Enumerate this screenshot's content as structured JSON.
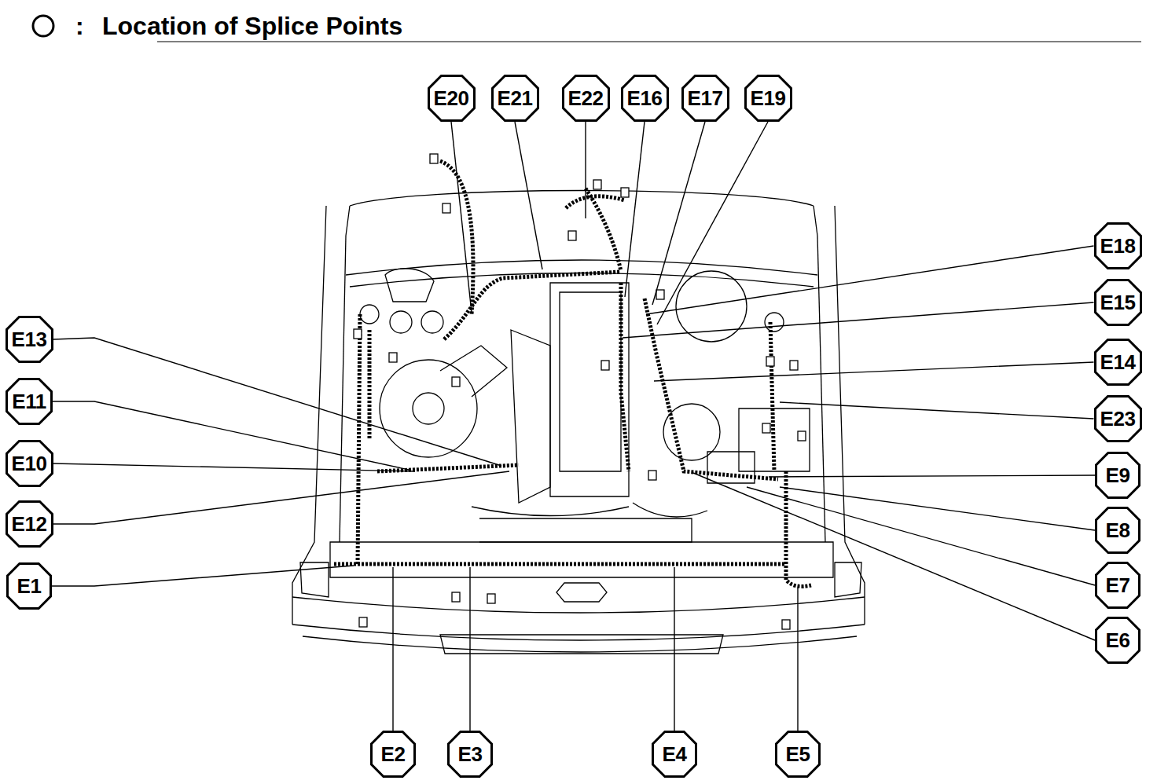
{
  "diagram": {
    "title": "Location of Splice Points",
    "nodes": [
      {
        "text": [
          "E20"
        ]
      },
      {
        "text": [
          "E21"
        ]
      },
      {
        "text": [
          "E22"
        ]
      },
      {
        "text": [
          "E16"
        ]
      },
      {
        "text": [
          "E17"
        ]
      },
      {
        "text": [
          "E19"
        ]
      },
      {
        "text": [
          "E18"
        ]
      },
      {
        "text": [
          "E15"
        ]
      },
      {
        "text": [
          "E13"
        ]
      },
      {
        "text": [
          "E14"
        ]
      },
      {
        "text": [
          "E11"
        ]
      },
      {
        "text": [
          "E23"
        ]
      },
      {
        "text": [
          "E10"
        ]
      },
      {
        "text": [
          "E9"
        ]
      },
      {
        "text": [
          "E12"
        ]
      },
      {
        "text": [
          "E8"
        ]
      },
      {
        "text": [
          "E1"
        ]
      },
      {
        "text": [
          "E7"
        ]
      },
      {
        "text": [
          "E6"
        ]
      },
      {
        "text": [
          "E2"
        ]
      },
      {
        "text": [
          "E3"
        ]
      },
      {
        "text": [
          "E4"
        ]
      },
      {
        "text": [
          "E5"
        ]
      }
    ],
    "labels": [
      ":"
    ]
  }
}
